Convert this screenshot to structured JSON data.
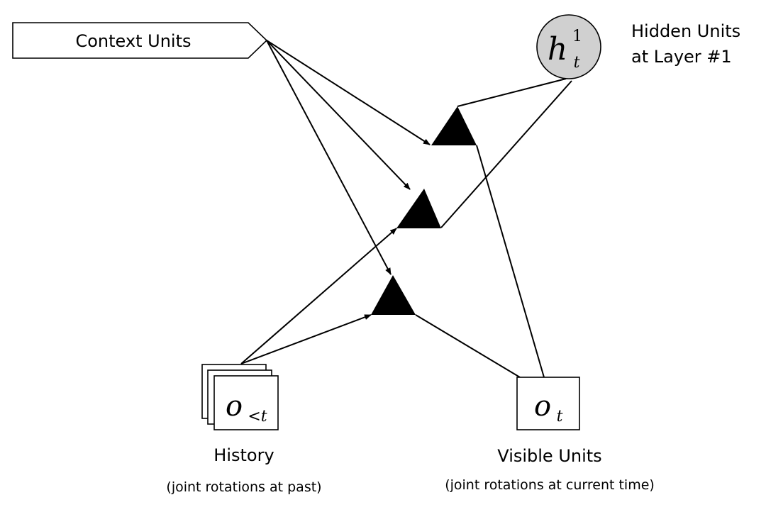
{
  "context": {
    "label": "Context Units"
  },
  "hidden": {
    "symbol": "h",
    "superscript": "1",
    "subscript": "t",
    "label_line1": "Hidden Units",
    "label_line2": "at Layer #1",
    "fill_color": "#d0d0d0"
  },
  "history": {
    "symbol": "o",
    "subscript": "<t",
    "title": "History",
    "caption": "(joint rotations at past)"
  },
  "visible": {
    "symbol": "o",
    "subscript": "t",
    "title": "Visible Units",
    "caption": "(joint rotations at current time)"
  },
  "colors": {
    "ink": "#000000",
    "background": "#ffffff",
    "hidden_fill": "#d0d0d0"
  }
}
